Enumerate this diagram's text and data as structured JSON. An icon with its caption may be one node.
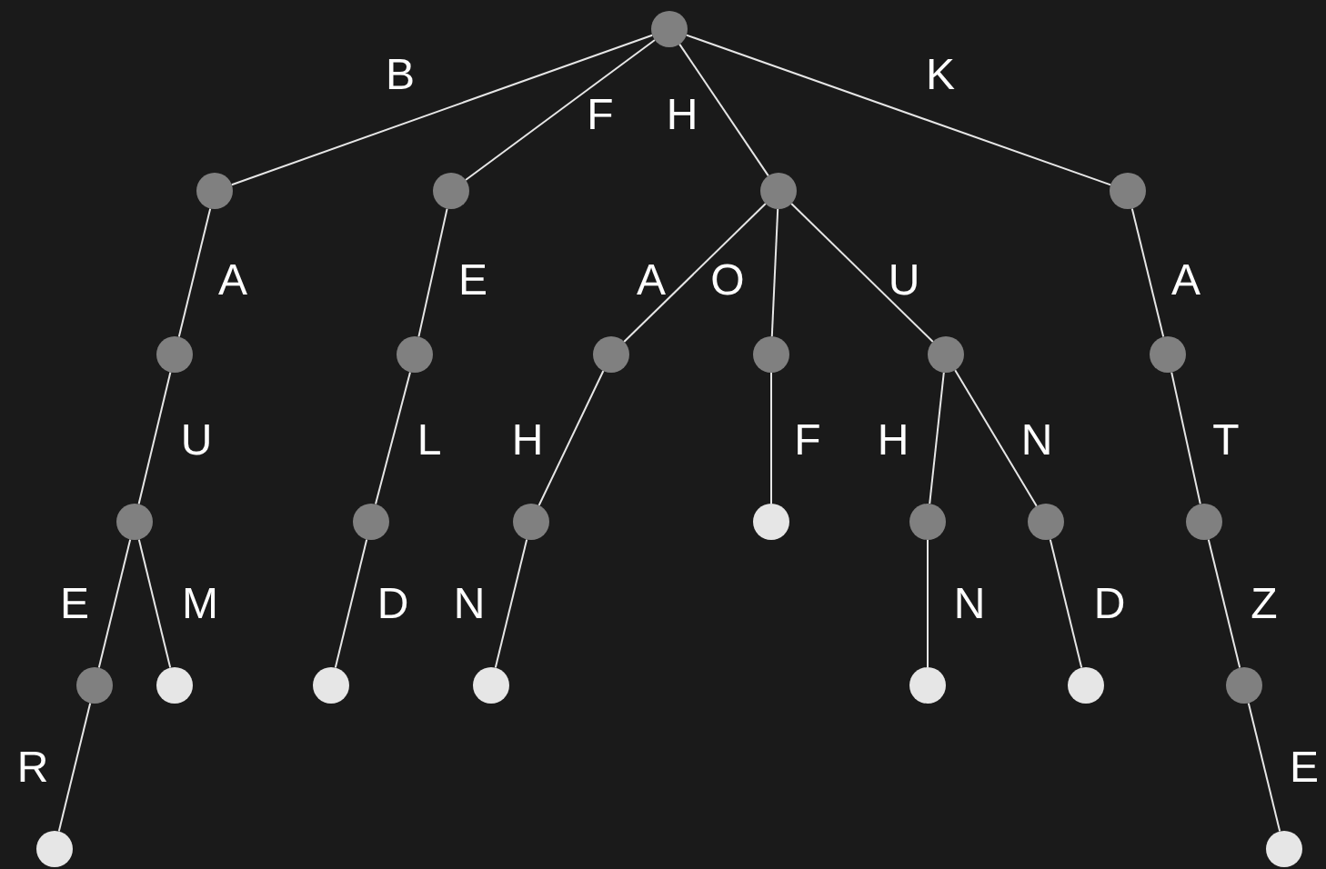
{
  "diagram": {
    "nodes": [
      {
        "text": [],
        "shape": "circle"
      },
      {
        "text": [],
        "shape": "circle"
      },
      {
        "text": [],
        "shape": "circle"
      },
      {
        "text": [],
        "shape": "circle"
      },
      {
        "text": [],
        "shape": "circle"
      },
      {
        "text": [],
        "shape": "circle"
      },
      {
        "text": [],
        "shape": "circle"
      },
      {
        "text": [],
        "shape": "circle"
      },
      {
        "text": [],
        "shape": "circle"
      },
      {
        "text": [],
        "shape": "circle"
      },
      {
        "text": [],
        "shape": "circle"
      },
      {
        "text": [],
        "shape": "circle"
      },
      {
        "text": [],
        "shape": "circle"
      },
      {
        "text": [],
        "shape": "circle"
      },
      {
        "text": [],
        "shape": "circle"
      },
      {
        "text": [],
        "shape": "circle"
      },
      {
        "text": [],
        "shape": "circle"
      },
      {
        "text": [],
        "shape": "circle"
      },
      {
        "text": [],
        "shape": "circle"
      },
      {
        "text": [],
        "shape": "circle"
      },
      {
        "text": [],
        "shape": "circle"
      },
      {
        "text": [],
        "shape": "circle"
      },
      {
        "text": [],
        "shape": "circle"
      },
      {
        "text": [],
        "shape": "circle"
      },
      {
        "text": [],
        "shape": "circle"
      },
      {
        "text": [],
        "shape": "circle"
      },
      {
        "text": [],
        "shape": "circle"
      }
    ],
    "edges": [
      {
        "from": 0,
        "to": 1,
        "arrow": "none",
        "label": "B"
      },
      {
        "from": 0,
        "to": 2,
        "arrow": "none",
        "label": "F"
      },
      {
        "from": 0,
        "to": 3,
        "arrow": "none",
        "label": "H"
      },
      {
        "from": 0,
        "to": 4,
        "arrow": "none",
        "label": "K"
      },
      {
        "from": 1,
        "to": 5,
        "arrow": "none",
        "label": "A"
      },
      {
        "from": 2,
        "to": 6,
        "arrow": "none",
        "label": "E"
      },
      {
        "from": 3,
        "to": 7,
        "arrow": "none",
        "label": "A"
      },
      {
        "from": 3,
        "to": 8,
        "arrow": "none",
        "label": "O"
      },
      {
        "from": 3,
        "to": 9,
        "arrow": "none",
        "label": "U"
      },
      {
        "from": 4,
        "to": 10,
        "arrow": "none",
        "label": "A"
      },
      {
        "from": 5,
        "to": 11,
        "arrow": "none",
        "label": "U"
      },
      {
        "from": 6,
        "to": 12,
        "arrow": "none",
        "label": "L"
      },
      {
        "from": 7,
        "to": 13,
        "arrow": "none",
        "label": "H"
      },
      {
        "from": 8,
        "to": 14,
        "arrow": "none",
        "label": "F"
      },
      {
        "from": 9,
        "to": 15,
        "arrow": "none",
        "label": "H"
      },
      {
        "from": 9,
        "to": 16,
        "arrow": "none",
        "label": "N"
      },
      {
        "from": 10,
        "to": 17,
        "arrow": "none",
        "label": "T"
      },
      {
        "from": 11,
        "to": 18,
        "arrow": "none",
        "label": "E"
      },
      {
        "from": 11,
        "to": 19,
        "arrow": "none",
        "label": "M"
      },
      {
        "from": 12,
        "to": 20,
        "arrow": "none",
        "label": "D"
      },
      {
        "from": 13,
        "to": 21,
        "arrow": "none",
        "label": "N"
      },
      {
        "from": 15,
        "to": 22,
        "arrow": "none",
        "label": "N"
      },
      {
        "from": 16,
        "to": 23,
        "arrow": "none",
        "label": "D"
      },
      {
        "from": 17,
        "to": 24,
        "arrow": "none",
        "label": "Z"
      },
      {
        "from": 18,
        "to": 25,
        "arrow": "none",
        "label": "R"
      },
      {
        "from": 24,
        "to": 26,
        "arrow": "none",
        "label": "E"
      }
    ]
  }
}
